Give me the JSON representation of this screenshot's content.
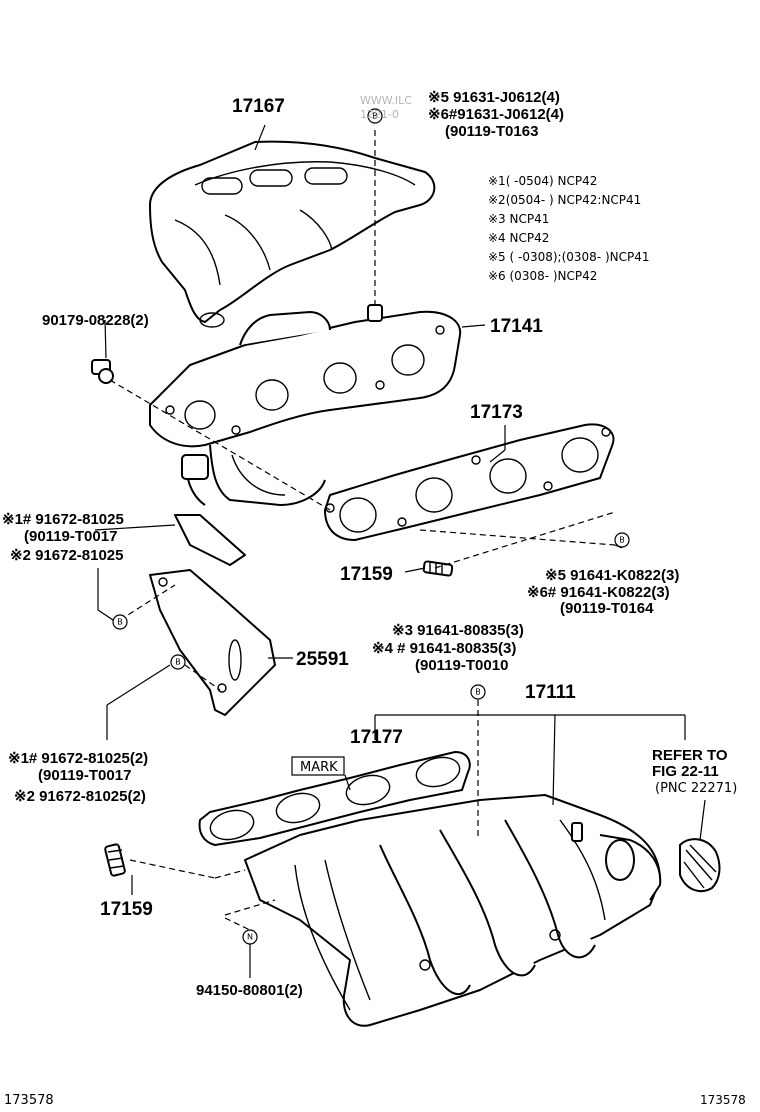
{
  "watermark": {
    "line1": "WWW.ILC",
    "line2": "1221-0"
  },
  "notes": [
    "※1(      -0504) NCP42",
    "※2(0504-      ) NCP42:NCP41",
    "※3 NCP41",
    "※4 NCP42",
    "※5 (      -0308);(0308-      )NCP41",
    "※6 (0308-      )NCP42"
  ],
  "parts": {
    "p17167": "17167",
    "p17141": "17141",
    "p17173": "17173",
    "p17159a": "17159",
    "p17159b": "17159",
    "p25591": "25591",
    "p17111": "17111",
    "p17177": "17177",
    "top_bolt_1": "※5 91631-J0612(4)",
    "top_bolt_2": "※6#91631-J0612(4)",
    "top_bolt_3": "(90119-T0163",
    "p90179": "90179-08228(2)",
    "left_a1": "※1# 91672-81025",
    "left_a2": "(90119-T0017",
    "left_a3": "※2 91672-81025",
    "nut_1": "※5 91641-K0822(3)",
    "nut_2": "※6# 91641-K0822(3)",
    "nut_3": "(90119-T0164",
    "mid_1": "※3  91641-80835(3)",
    "mid_2": "※4 # 91641-80835(3)",
    "mid_3": "(90119-T0010",
    "left_b1": "※1# 91672-81025(2)",
    "left_b2": "(90119-T0017",
    "left_b3": "※2  91672-81025(2)",
    "p94150": "94150-80801(2)",
    "mark": "MARK",
    "refer_1": "REFER TO",
    "refer_2": "FIG  22-11",
    "refer_3": "(PNC  22271)"
  },
  "markers": {
    "b": "B",
    "n": "N"
  },
  "footer": {
    "left": "173578",
    "right": "173578"
  }
}
